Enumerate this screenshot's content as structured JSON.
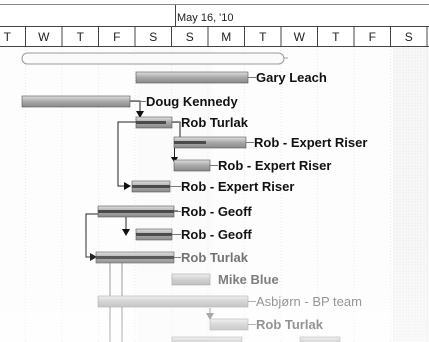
{
  "timeline": {
    "week_label": "May 16, '10",
    "days": [
      "T",
      "W",
      "T",
      "F",
      "S",
      "S",
      "M",
      "T",
      "W",
      "T",
      "F",
      "S"
    ]
  },
  "tasks": [
    {
      "label": "Gary Leach"
    },
    {
      "label": "Doug Kennedy"
    },
    {
      "label": "Rob Turlak"
    },
    {
      "label": "Rob - Expert Riser"
    },
    {
      "label": "Rob - Expert Riser"
    },
    {
      "label": "Rob - Expert Riser"
    },
    {
      "label": "Rob - Geoff"
    },
    {
      "label": "Rob - Geoff"
    },
    {
      "label": "Rob Turlak"
    },
    {
      "label": "Mike Blue"
    },
    {
      "label": "Asbjørn - BP team"
    },
    {
      "label": "Rob Turlak"
    }
  ]
}
